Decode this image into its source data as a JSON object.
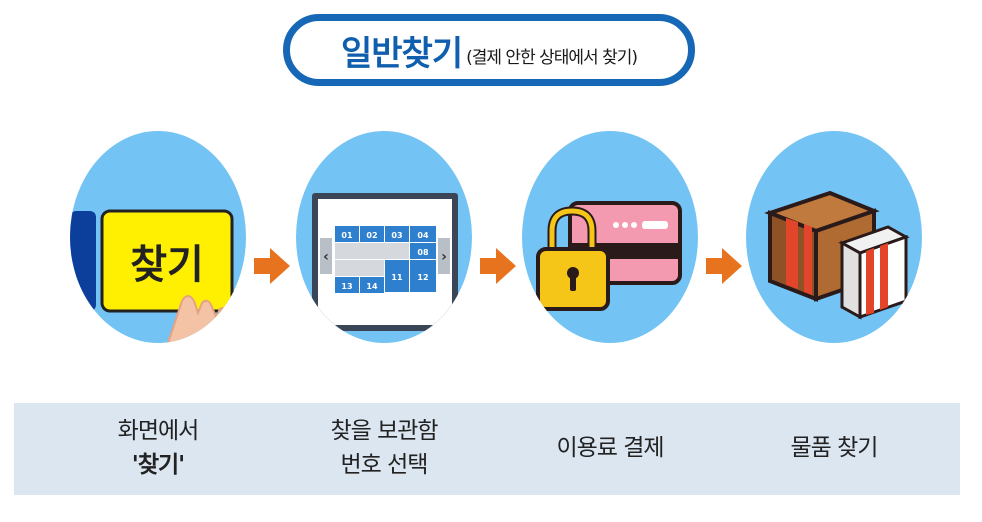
{
  "title": {
    "main": "일반찾기",
    "sub": "(결제 안한 상태에서 찾기)"
  },
  "steps": [
    {
      "line1": "화면에서",
      "line2": "'찾기'",
      "button_text": "찾기"
    },
    {
      "line1": "찾을 보관함",
      "line2": "번호 선택",
      "locker_numbers": {
        "n01": "01",
        "n02": "02",
        "n03": "03",
        "n04": "04",
        "n08": "08",
        "n11": "11",
        "n12": "12",
        "n13": "13",
        "n14": "14"
      },
      "nav_prev": "‹",
      "nav_next": "›"
    },
    {
      "line1": "이용료 결제"
    },
    {
      "line1": "물품 찾기"
    }
  ],
  "colors": {
    "circle": "#73c4f4",
    "arrow": "#e8731f",
    "accent_blue": "#1668b6",
    "band": "#dbe6f1"
  }
}
